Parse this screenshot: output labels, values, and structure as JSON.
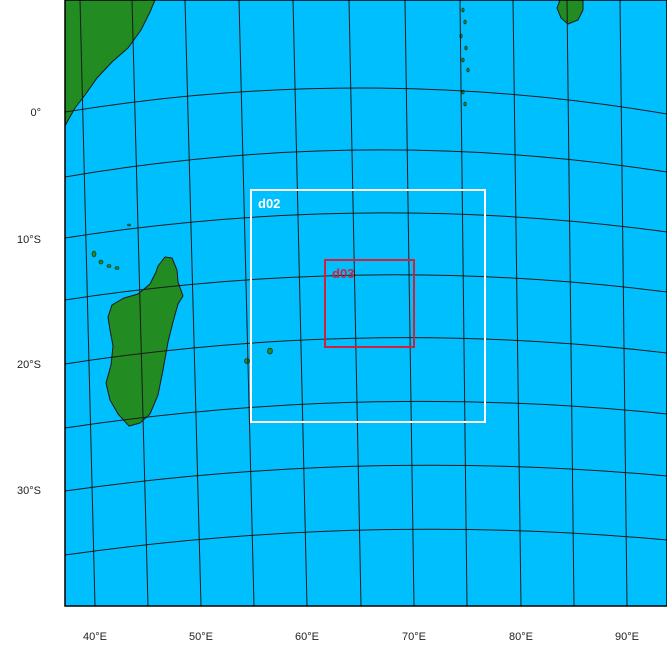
{
  "map": {
    "colors": {
      "ocean": "#00bfff",
      "land": "#228b22",
      "grid": "#1a1a1a",
      "frame": "#000000",
      "d02": "#ffffff",
      "d03": "#d2203c"
    },
    "latitude_labels": [
      "0°",
      "10°S",
      "20°S",
      "30°S"
    ],
    "longitude_labels": [
      "40°E",
      "50°E",
      "60°E",
      "70°E",
      "80°E",
      "90°E"
    ],
    "domains": [
      {
        "label": "d02"
      },
      {
        "label": "d03"
      }
    ]
  }
}
